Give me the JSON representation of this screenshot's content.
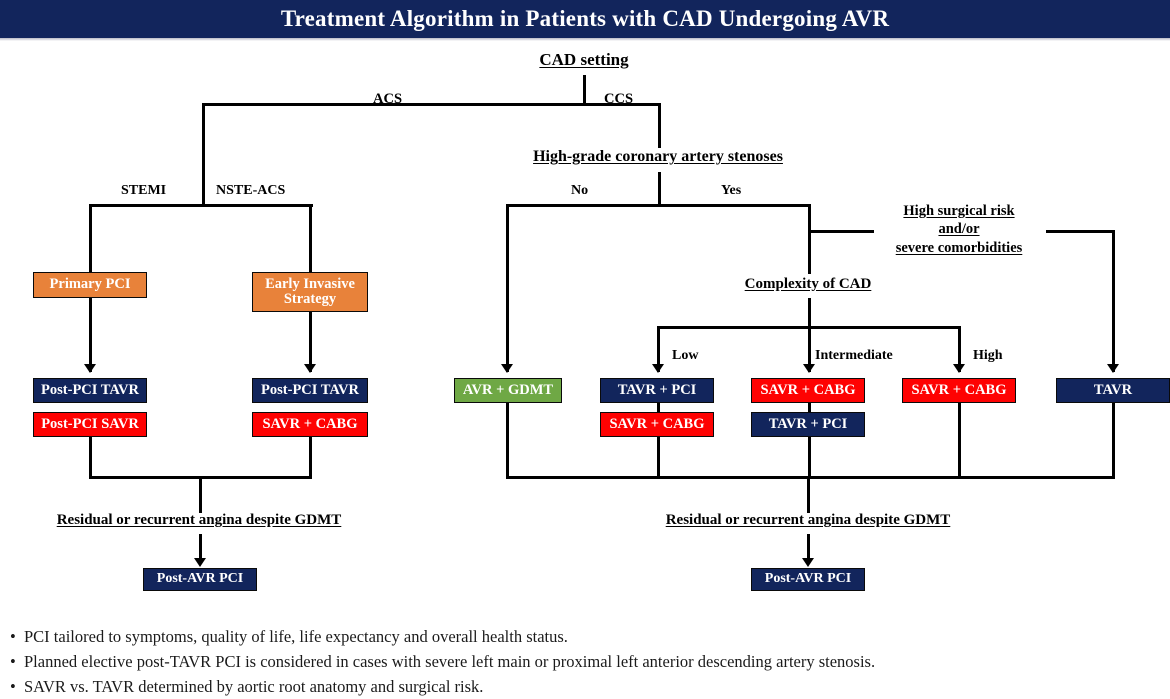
{
  "title": "Treatment Algorithm in Patients with CAD Undergoing AVR",
  "colors": {
    "banner": "#12255C",
    "navy": "#12255C",
    "red": "#FE0202",
    "orange": "#E8823A",
    "green": "#6FA845",
    "line": "#000000"
  },
  "nodes": {
    "root": "CAD setting",
    "acs_label": "ACS",
    "ccs_label": "CCS",
    "stemi_label": "STEMI",
    "nste_label": "NSTE-ACS",
    "stenoses": "High-grade coronary artery stenoses",
    "no_label": "No",
    "yes_label": "Yes",
    "high_risk_line1": "High surgical risk",
    "high_risk_line2": "and/or",
    "high_risk_line3": "severe comorbidities",
    "complexity": "Complexity of CAD",
    "low_label": "Low",
    "intermediate_label": "Intermediate",
    "high_label": "High",
    "residual_left": "Residual or recurrent angina despite GDMT",
    "residual_right": "Residual or recurrent angina despite GDMT"
  },
  "boxes": {
    "primary_pci": "Primary PCI",
    "early_invasive": "Early Invasive Strategy",
    "stemi_postpci_tavr": "Post-PCI TAVR",
    "stemi_postpci_savr": "Post-PCI SAVR",
    "nste_postpci_tavr": "Post-PCI TAVR",
    "nste_savr_cabg": "SAVR + CABG",
    "avr_gdmt": "AVR + GDMT",
    "low_tavr_pci": "TAVR + PCI",
    "low_savr_cabg": "SAVR + CABG",
    "inter_savr_cabg": "SAVR + CABG",
    "inter_tavr_pci": "TAVR + PCI",
    "high_savr_cabg": "SAVR + CABG",
    "highrisk_tavr": "TAVR",
    "post_avr_pci_left": "Post-AVR PCI",
    "post_avr_pci_right": "Post-AVR PCI"
  },
  "footnotes": [
    "PCI tailored to symptoms, quality of life, life expectancy and overall health status.",
    "Planned elective post-TAVR PCI is considered in cases with severe left main or proximal left anterior descending artery stenosis.",
    "SAVR vs. TAVR determined by aortic root anatomy and surgical risk."
  ],
  "bullet_glyph": "•"
}
